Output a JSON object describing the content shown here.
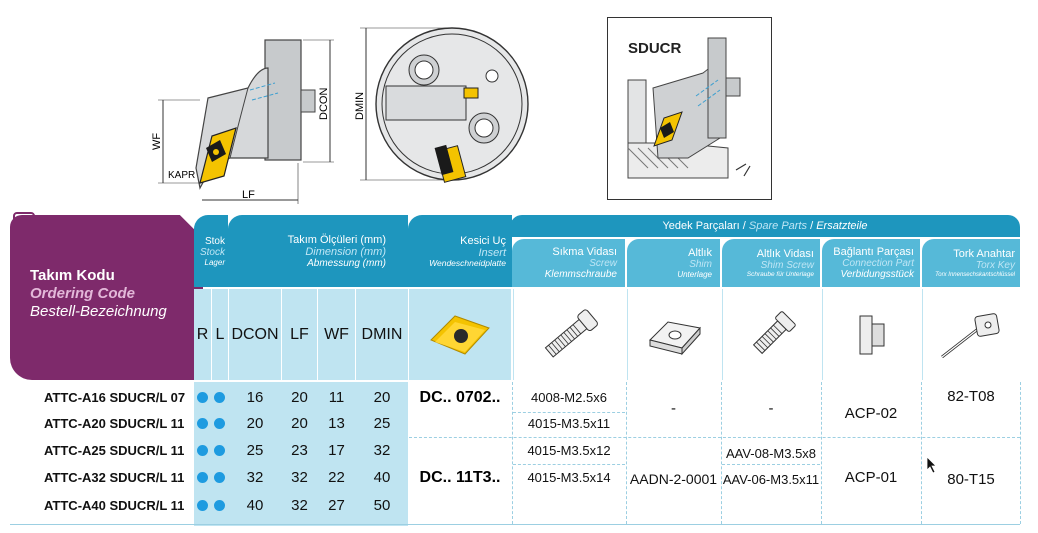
{
  "drawing": {
    "dim_dcon": "DCON",
    "dim_wf": "WF",
    "dim_lf": "LF",
    "dim_kapr": "KAPR",
    "dim_dmin": "DMIN",
    "sducr_title": "SDUCR"
  },
  "table": {
    "ordering_code": {
      "tr": "Takım Kodu",
      "en": "Ordering Code",
      "de": "Bestell-Bezeichnung"
    },
    "stock": {
      "tr": "Stok",
      "en": "Stock",
      "de": "Lager",
      "col_r": "R",
      "col_l": "L"
    },
    "dimensions": {
      "tr": "Takım Ölçüleri (mm)",
      "en": "Dimension (mm)",
      "de": "Abmessung (mm)",
      "columns": [
        "DCON",
        "LF",
        "WF",
        "DMIN"
      ]
    },
    "insert": {
      "tr": "Kesici Uç",
      "en": "Insert",
      "de": "Wendeschneidplatte"
    },
    "spare_parts": {
      "tr": "Yedek Parçaları",
      "en": "Spare Parts",
      "de": "Ersatzteile",
      "sep": "/"
    },
    "screw": {
      "tr": "Sıkma Vidası",
      "en": "Screw",
      "de": "Klemmschraube"
    },
    "shim": {
      "tr": "Altlık",
      "en": "Shim",
      "de": "Unterlage"
    },
    "shim_screw": {
      "tr": "Altlık Vidası",
      "en": "Shim Screw",
      "de": "Schraube für Unterlage"
    },
    "connection": {
      "tr": "Bağlantı Parçası",
      "en": "Connection Part",
      "de": "Verbidungsstück"
    },
    "torx": {
      "tr": "Tork Anahtar",
      "en": "Torx Key",
      "de": "Torx Innensechskantschlüssel"
    },
    "rows": [
      {
        "code": "ATTC-A16 SDUCR/L 07",
        "dcon": "16",
        "lf": "20",
        "wf": "11",
        "dmin": "20",
        "screw": "4008-M2.5x6"
      },
      {
        "code": "ATTC-A20 SDUCR/L 11",
        "dcon": "20",
        "lf": "20",
        "wf": "13",
        "dmin": "25",
        "screw": "4015-M3.5x11"
      },
      {
        "code": "ATTC-A25 SDUCR/L 11",
        "dcon": "25",
        "lf": "23",
        "wf": "17",
        "dmin": "32",
        "screw": "4015-M3.5x12"
      },
      {
        "code": "ATTC-A32 SDUCR/L 11",
        "dcon": "32",
        "lf": "32",
        "wf": "22",
        "dmin": "40",
        "screw": "4015-M3.5x14"
      },
      {
        "code": "ATTC-A40 SDUCR/L 11",
        "dcon": "40",
        "lf": "32",
        "wf": "27",
        "dmin": "50",
        "screw": ""
      }
    ],
    "merged": {
      "insert_a": "DC.. 0702..",
      "insert_b": "DC.. 11T3..",
      "shim_a": "-",
      "shim_b": "AADN-2-0001",
      "shim_screw_a": "-",
      "shim_screw_b1": "AAV-08-M3.5x8",
      "shim_screw_b2": "AAV-06-M3.5x11",
      "connection_a": "ACP-02",
      "connection_b": "ACP-01",
      "torx_a": "82-T08",
      "torx_b": "80-T15"
    }
  }
}
